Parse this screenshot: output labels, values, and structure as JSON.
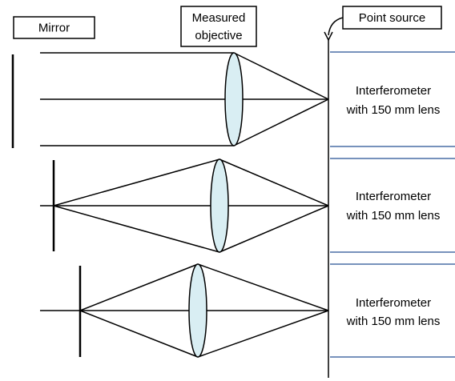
{
  "labels": {
    "mirror": "Mirror",
    "measured_objective_line1": "Measured",
    "measured_objective_line2": "objective",
    "point_source": "Point source"
  },
  "interferometers": [
    {
      "line1": "Interferometer",
      "line2": "with 150 mm lens"
    },
    {
      "line1": "Interferometer",
      "line2": "with 150 mm lens"
    },
    {
      "line1": "Interferometer",
      "line2": "with 150 mm lens"
    }
  ],
  "colors": {
    "lens_fill": "#d9eef3",
    "interferometer_border": "#4a6fa5",
    "line": "#000000"
  }
}
